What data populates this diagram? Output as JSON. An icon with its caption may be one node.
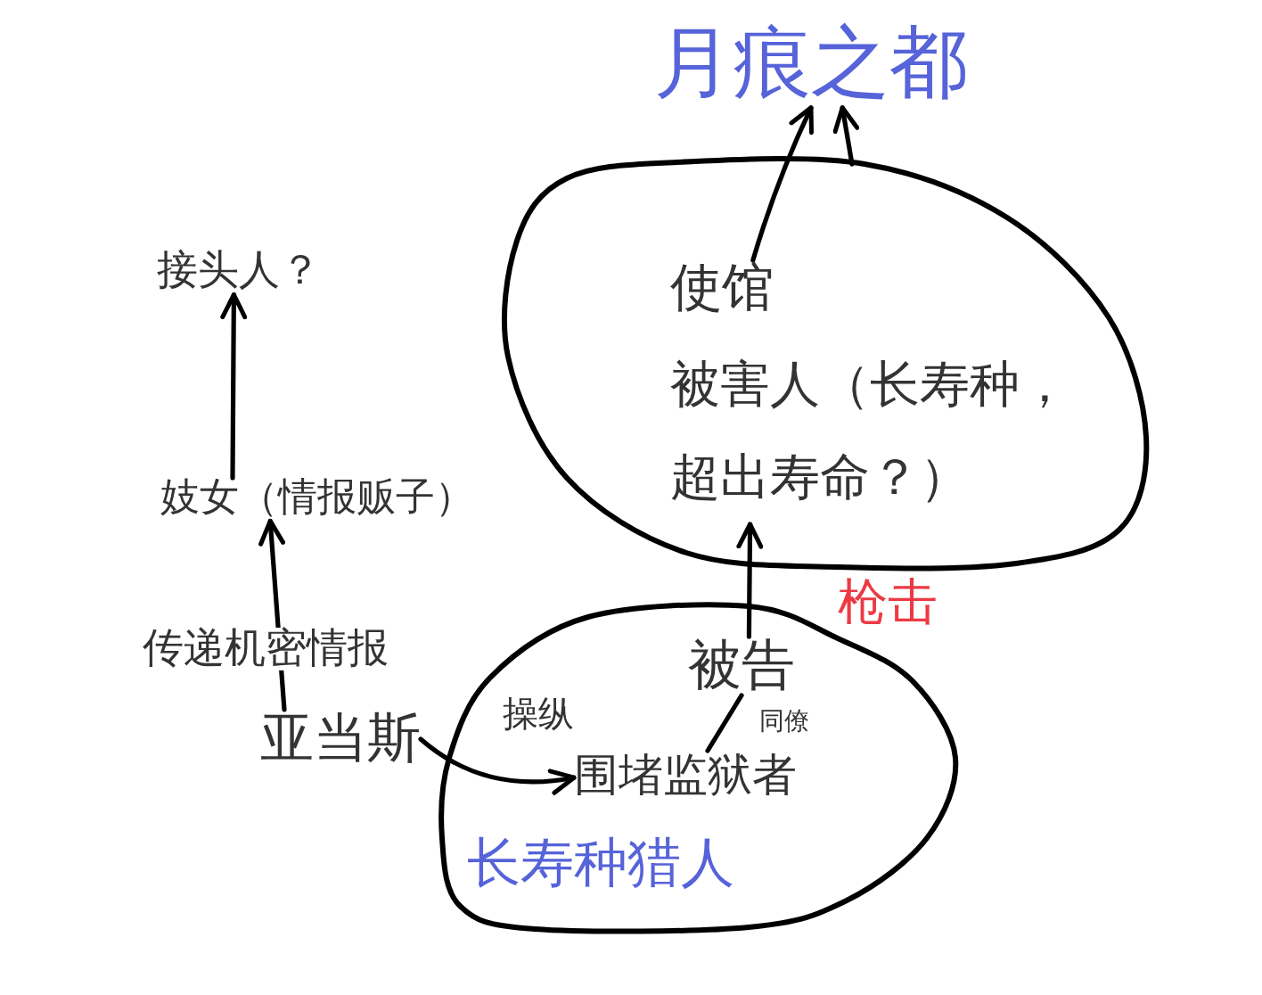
{
  "diagram": {
    "nodes": [
      {
        "text": [
          "月痕之都"
        ]
      },
      {
        "text": [],
        "shape": "ellipse"
      },
      {
        "text": [
          "使馆"
        ],
        "in": 1
      },
      {
        "text": [
          "被害人（长寿种，超出寿命？）"
        ],
        "in": 1
      },
      {
        "text": [
          "接头人？"
        ]
      },
      {
        "text": [
          "妓女（情报贩子）"
        ]
      },
      {
        "text": [
          "长寿种猎人"
        ]
      },
      {
        "text": [
          "被告"
        ],
        "in": 6
      },
      {
        "text": [
          "亚当斯"
        ]
      },
      {
        "text": [
          "围堵监狱者"
        ],
        "in": 6
      }
    ],
    "edges": [
      {
        "from": 2,
        "to": 0,
        "arrow": "to"
      },
      {
        "from": 1,
        "to": 0,
        "arrow": "to"
      },
      {
        "from": 5,
        "to": 4,
        "arrow": "to"
      },
      {
        "from": 8,
        "to": 5,
        "arrow": "to",
        "label": "传递机密情报"
      },
      {
        "from": 7,
        "to": 3,
        "arrow": "to",
        "label": "枪击"
      },
      {
        "from": 8,
        "to": 9,
        "arrow": "to",
        "label": "操纵"
      },
      {
        "from": 7,
        "to": 9,
        "arrow": "none",
        "label": "同僚"
      }
    ]
  }
}
